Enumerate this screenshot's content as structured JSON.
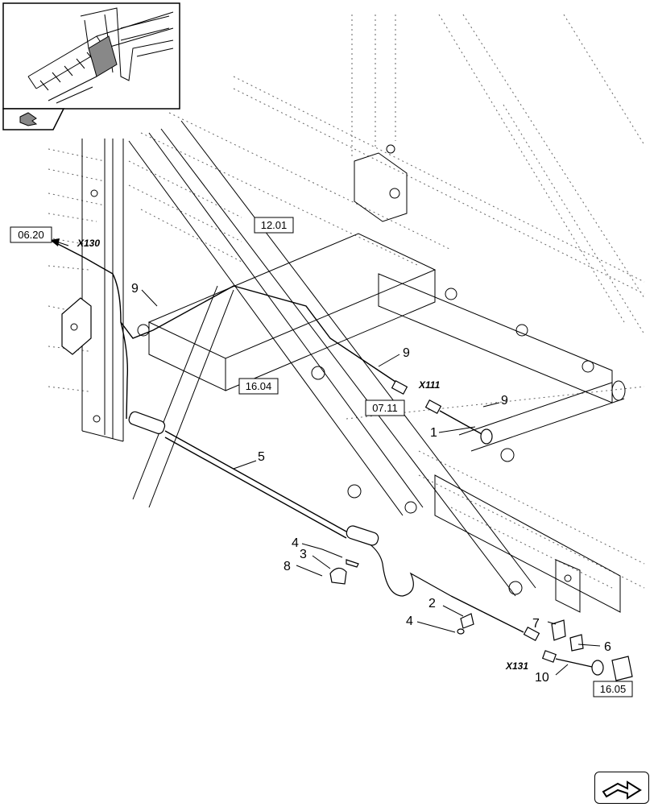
{
  "references": {
    "r0620": "06.20",
    "r1201": "12.01",
    "r1604": "16.04",
    "r0711": "07.11",
    "r1605": "16.05"
  },
  "connectors": {
    "x130": "X130",
    "x111": "X111",
    "x131": "X131"
  },
  "callouts": {
    "c1": "1",
    "c2": "2",
    "c3": "3",
    "c4a": "4",
    "c4b": "4",
    "c5": "5",
    "c6": "6",
    "c7": "7",
    "c8": "8",
    "c9a": "9",
    "c9b": "9",
    "c9c": "9",
    "c10": "10"
  },
  "icons": {
    "overview": "machine-overview-thumbnail",
    "page_flag": "page-indicator-icon",
    "next_page": "next-page-arrow-icon"
  }
}
